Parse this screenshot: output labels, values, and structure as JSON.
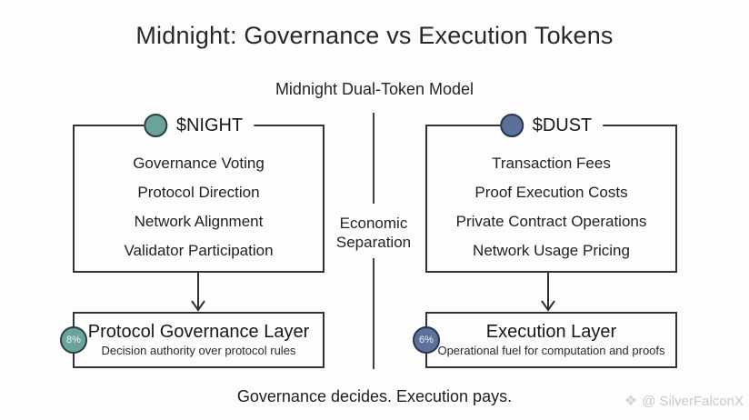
{
  "title": "Midnight: Governance vs Execution Tokens",
  "subtitle": "Midnight Dual-Token Model",
  "left_panel": {
    "token": "$NIGHT",
    "token_color": "#6AA39B",
    "items": [
      "Governance Voting",
      "Protocol Direction",
      "Network Alignment",
      "Validator Participation"
    ]
  },
  "right_panel": {
    "token": "$DUST",
    "token_color": "#5B719C",
    "items": [
      "Transaction Fees",
      "Proof Execution Costs",
      "Private Contract Operations",
      "Network Usage Pricing"
    ]
  },
  "separator": {
    "label_line1": "Economic",
    "label_line2": "Separation"
  },
  "left_layer": {
    "badge": "8%",
    "title": "Protocol Governance Layer",
    "subtitle": "Decision authority over protocol rules"
  },
  "right_layer": {
    "badge": "6%",
    "title": "Execution Layer",
    "subtitle": "Operational fuel for computation and proofs"
  },
  "tagline": "Governance decides. Execution pays.",
  "watermark": {
    "icon": "❖",
    "text": "@ SilverFalconX"
  },
  "colors": {
    "night_accent": "#6AA39B",
    "dust_accent": "#5B719C",
    "box_border": "#2e343b",
    "background": "#fdfdfd"
  }
}
